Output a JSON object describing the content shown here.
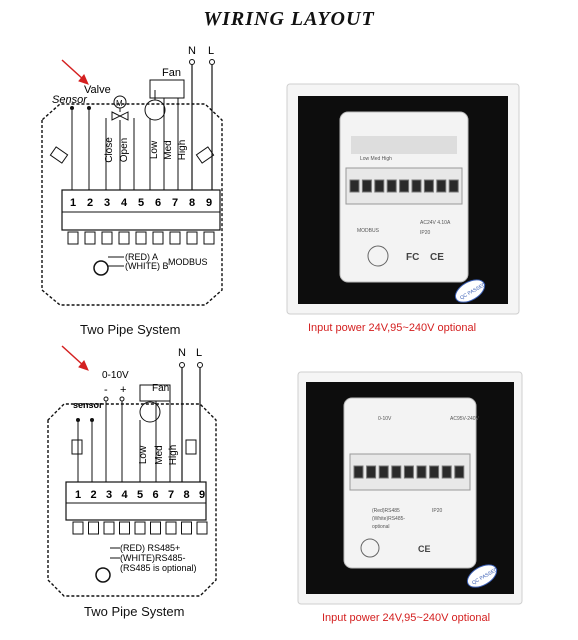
{
  "title": "WIRING LAYOUT",
  "diagram1": {
    "supply": [
      "N",
      "L"
    ],
    "labels": {
      "valve": "Valve",
      "sensor": "Sensor",
      "fan": "Fan"
    },
    "wires": [
      "Close",
      "Open",
      "Low",
      "Med",
      "High"
    ],
    "terminals": [
      "1",
      "2",
      "3",
      "4",
      "5",
      "6",
      "7",
      "8",
      "9"
    ],
    "bus": [
      "(RED) A",
      "(WHITE) B",
      "MODBUS"
    ],
    "caption": "Two Pipe System"
  },
  "diagram2": {
    "supply": [
      "N",
      "L"
    ],
    "labels": {
      "analog": "0-10V",
      "minus": "-",
      "plus": "+",
      "sensor": "sensor",
      "fan": "Fan"
    },
    "wires": [
      "Low",
      "Med",
      "High"
    ],
    "terminals": [
      "1",
      "2",
      "3",
      "4",
      "5",
      "6",
      "7",
      "8",
      "9"
    ],
    "bus": [
      "(RED)  RS485+",
      "(WHITE)RS485-",
      "(RS485 is optional)"
    ],
    "caption": "Two Pipe System"
  },
  "photo1": {
    "caption": "Input power 24V,95~240V  optional",
    "board_text": [
      "AC24V 4.10A",
      "IP20",
      "MODBUS"
    ],
    "badge": "QC PASSED"
  },
  "photo2": {
    "caption": "Input power 24V,95~240V  optional",
    "board_text": [
      "0-10V",
      "AC95V-240V",
      "(Red)RS485",
      "(White)RS485-",
      "optional",
      "IP20"
    ],
    "badge": "QC PASSED"
  },
  "colors": {
    "accent_red": "#d42020",
    "panel_black": "#0d0d0d",
    "board_white": "#f3f3f3"
  }
}
